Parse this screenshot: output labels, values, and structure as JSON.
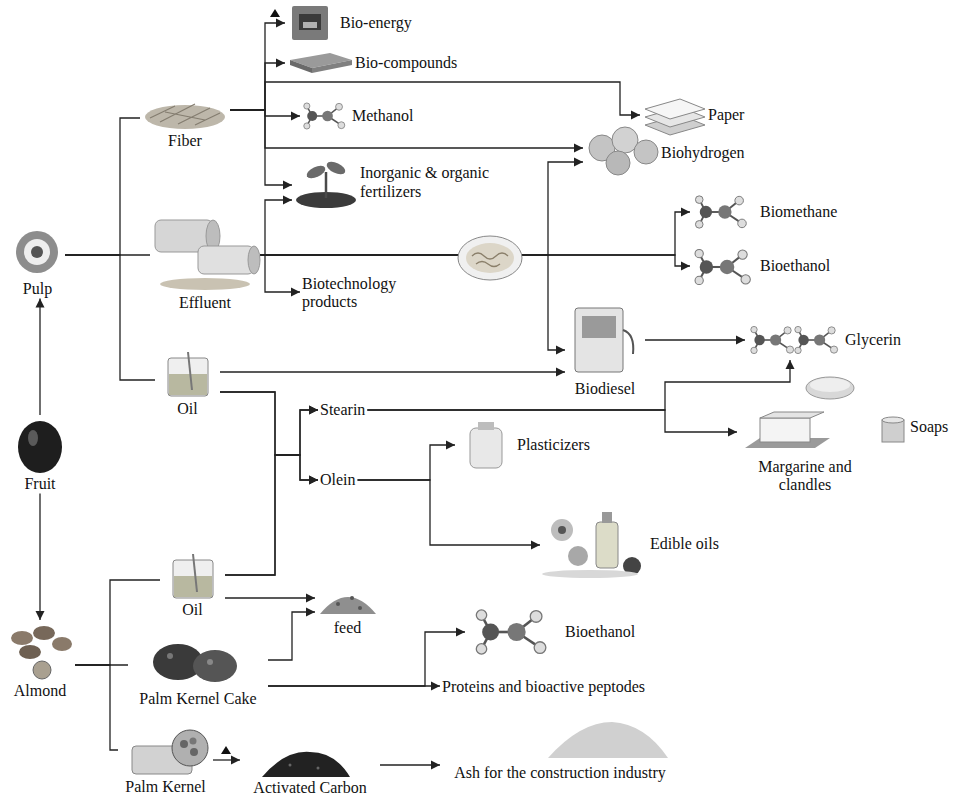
{
  "diagram": {
    "nodes": [
      {
        "text": [
          "Pulp"
        ]
      },
      {
        "text": [
          "Fiber"
        ]
      },
      {
        "text": [
          "Effluent"
        ]
      },
      {
        "text": [
          "Oil"
        ]
      },
      {
        "text": [
          "Fruit"
        ]
      },
      {
        "text": [
          "Almond"
        ]
      },
      {
        "text": [
          "Oil"
        ]
      },
      {
        "text": [
          "Palm Kernel Cake"
        ]
      },
      {
        "text": [
          "Palm Kernel"
        ]
      },
      {
        "text": [
          "Activated Carbon"
        ]
      },
      {
        "text": [
          "Ash for the construction industry"
        ]
      },
      {
        "text": [
          "Bio-energy"
        ]
      },
      {
        "text": [
          "Bio-compounds"
        ]
      },
      {
        "text": [
          "Paper"
        ]
      },
      {
        "text": [
          "Methanol"
        ]
      },
      {
        "text": [
          "Biohydrogen"
        ]
      },
      {
        "text": [
          "Inorganic & organic fertilizers"
        ]
      },
      {
        "text": [
          "Biotechnology products"
        ]
      },
      {
        "text": [
          "Biomethane"
        ]
      },
      {
        "text": [
          "Bioethanol"
        ]
      },
      {
        "text": [
          "Biodiesel"
        ]
      },
      {
        "text": [
          "Glycerin"
        ]
      },
      {
        "text": [
          "Stearin"
        ]
      },
      {
        "text": [
          "Soaps"
        ]
      },
      {
        "text": [
          "Margarine and clandles"
        ]
      },
      {
        "text": [
          "Olein"
        ]
      },
      {
        "text": [
          "Plasticizers"
        ]
      },
      {
        "text": [
          "Edible oils"
        ]
      },
      {
        "text": [
          "feed"
        ]
      },
      {
        "text": [
          "Bioethanol"
        ]
      },
      {
        "text": [
          "Proteins and bioactive peptodes"
        ]
      }
    ],
    "edges": [
      {
        "from": 4,
        "to": 0,
        "arrow": "to"
      },
      {
        "from": 4,
        "to": 5,
        "arrow": "to"
      },
      {
        "from": 0,
        "to": 1,
        "arrow": "none"
      },
      {
        "from": 0,
        "to": 2,
        "arrow": "none"
      },
      {
        "from": 0,
        "to": 3,
        "arrow": "none"
      },
      {
        "from": 5,
        "to": 6,
        "arrow": "none"
      },
      {
        "from": 5,
        "to": 7,
        "arrow": "none"
      },
      {
        "from": 5,
        "to": 8,
        "arrow": "none"
      },
      {
        "from": 1,
        "to": 11,
        "arrow": "to"
      },
      {
        "from": 1,
        "to": 12,
        "arrow": "to"
      },
      {
        "from": 1,
        "to": 13,
        "arrow": "to"
      },
      {
        "from": 1,
        "to": 14,
        "arrow": "to"
      },
      {
        "from": 1,
        "to": 15,
        "arrow": "to"
      },
      {
        "from": 1,
        "to": 16,
        "arrow": "to"
      },
      {
        "from": 2,
        "to": 16,
        "arrow": "to"
      },
      {
        "from": 2,
        "to": 17,
        "arrow": "to"
      },
      {
        "from": 2,
        "to": 15,
        "arrow": "to"
      },
      {
        "from": 2,
        "to": 18,
        "arrow": "to"
      },
      {
        "from": 2,
        "to": 19,
        "arrow": "to"
      },
      {
        "from": 2,
        "to": 20,
        "arrow": "to"
      },
      {
        "from": 3,
        "to": 20,
        "arrow": "to"
      },
      {
        "from": 3,
        "to": 22,
        "arrow": "to"
      },
      {
        "from": 3,
        "to": 25,
        "arrow": "to"
      },
      {
        "from": 6,
        "to": 22,
        "arrow": "to"
      },
      {
        "from": 6,
        "to": 25,
        "arrow": "to"
      },
      {
        "from": 20,
        "to": 21,
        "arrow": "to"
      },
      {
        "from": 22,
        "to": 21,
        "arrow": "to"
      },
      {
        "from": 22,
        "to": 24,
        "arrow": "to"
      },
      {
        "from": 25,
        "to": 26,
        "arrow": "to"
      },
      {
        "from": 25,
        "to": 27,
        "arrow": "to"
      },
      {
        "from": 6,
        "to": 28,
        "arrow": "to"
      },
      {
        "from": 7,
        "to": 28,
        "arrow": "to"
      },
      {
        "from": 7,
        "to": 29,
        "arrow": "to"
      },
      {
        "from": 7,
        "to": 30,
        "arrow": "to"
      },
      {
        "from": 8,
        "to": 9,
        "arrow": "to"
      },
      {
        "from": 9,
        "to": 10,
        "arrow": "to"
      }
    ]
  }
}
